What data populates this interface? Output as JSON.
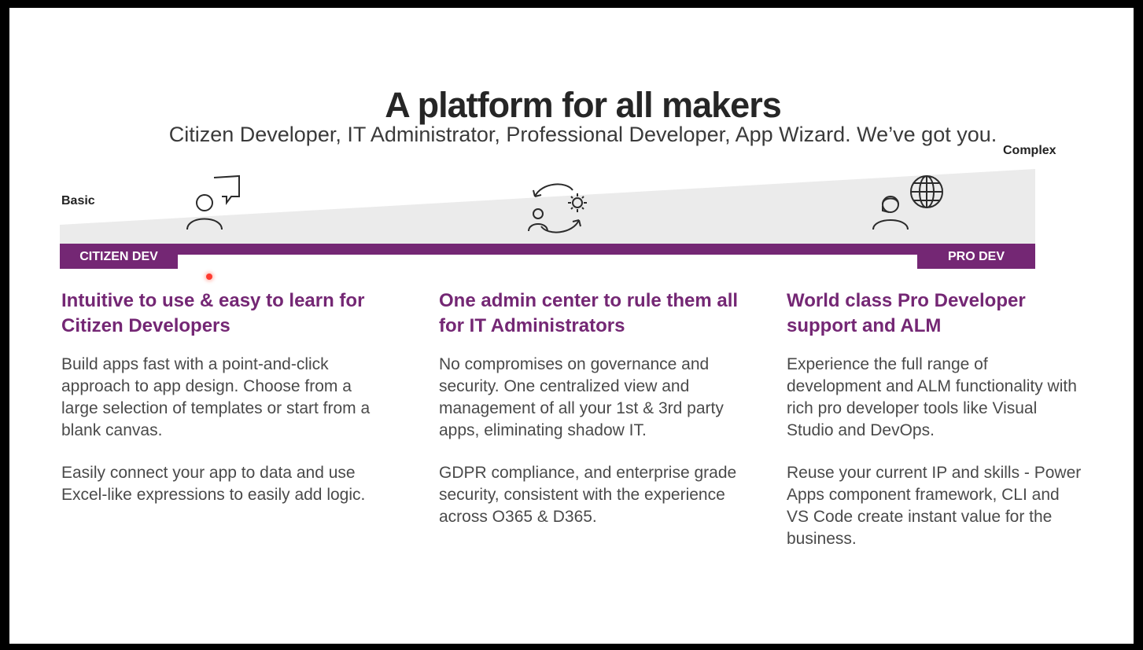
{
  "slide": {
    "title": "A platform for all makers",
    "subtitle": "Citizen Developer, IT Administrator, Professional Developer, App Wizard. We’ve got you."
  },
  "scale": {
    "basic_label": "Basic",
    "complex_label": "Complex",
    "citizen_dev_label": "CITIZEN DEV",
    "pro_dev_label": "PRO DEV"
  },
  "icons": [
    "person-speech-icon",
    "person-gear-cycle-icon",
    "developer-globe-icon"
  ],
  "colors": {
    "accent_purple": "#742774",
    "ramp_gray": "#ebebeb",
    "body_text": "#4a4a4a",
    "title_text": "#262626"
  },
  "columns": [
    {
      "heading": "Intuitive to use & easy to learn for Citizen Developers",
      "paragraph1": "Build apps fast with a point-and-click approach to app design. Choose from a large selection of templates or start from a blank canvas.",
      "paragraph2": "Easily connect your app to data and use Excel-like expressions to easily add logic."
    },
    {
      "heading": "One admin center to rule them all for IT Administrators",
      "paragraph1": "No compromises on governance and security. One centralized view and management of all your 1st & 3rd party apps, eliminating shadow IT.",
      "paragraph2": "GDPR compliance, and enterprise grade security, consistent with the experience across O365 & D365."
    },
    {
      "heading": "World class Pro Developer support and ALM",
      "paragraph1": "Experience the full range of development and ALM functionality with rich pro developer tools like Visual Studio and DevOps.",
      "paragraph2": "Reuse your current IP and skills - Power Apps component framework, CLI and VS Code create instant value for the business."
    }
  ]
}
